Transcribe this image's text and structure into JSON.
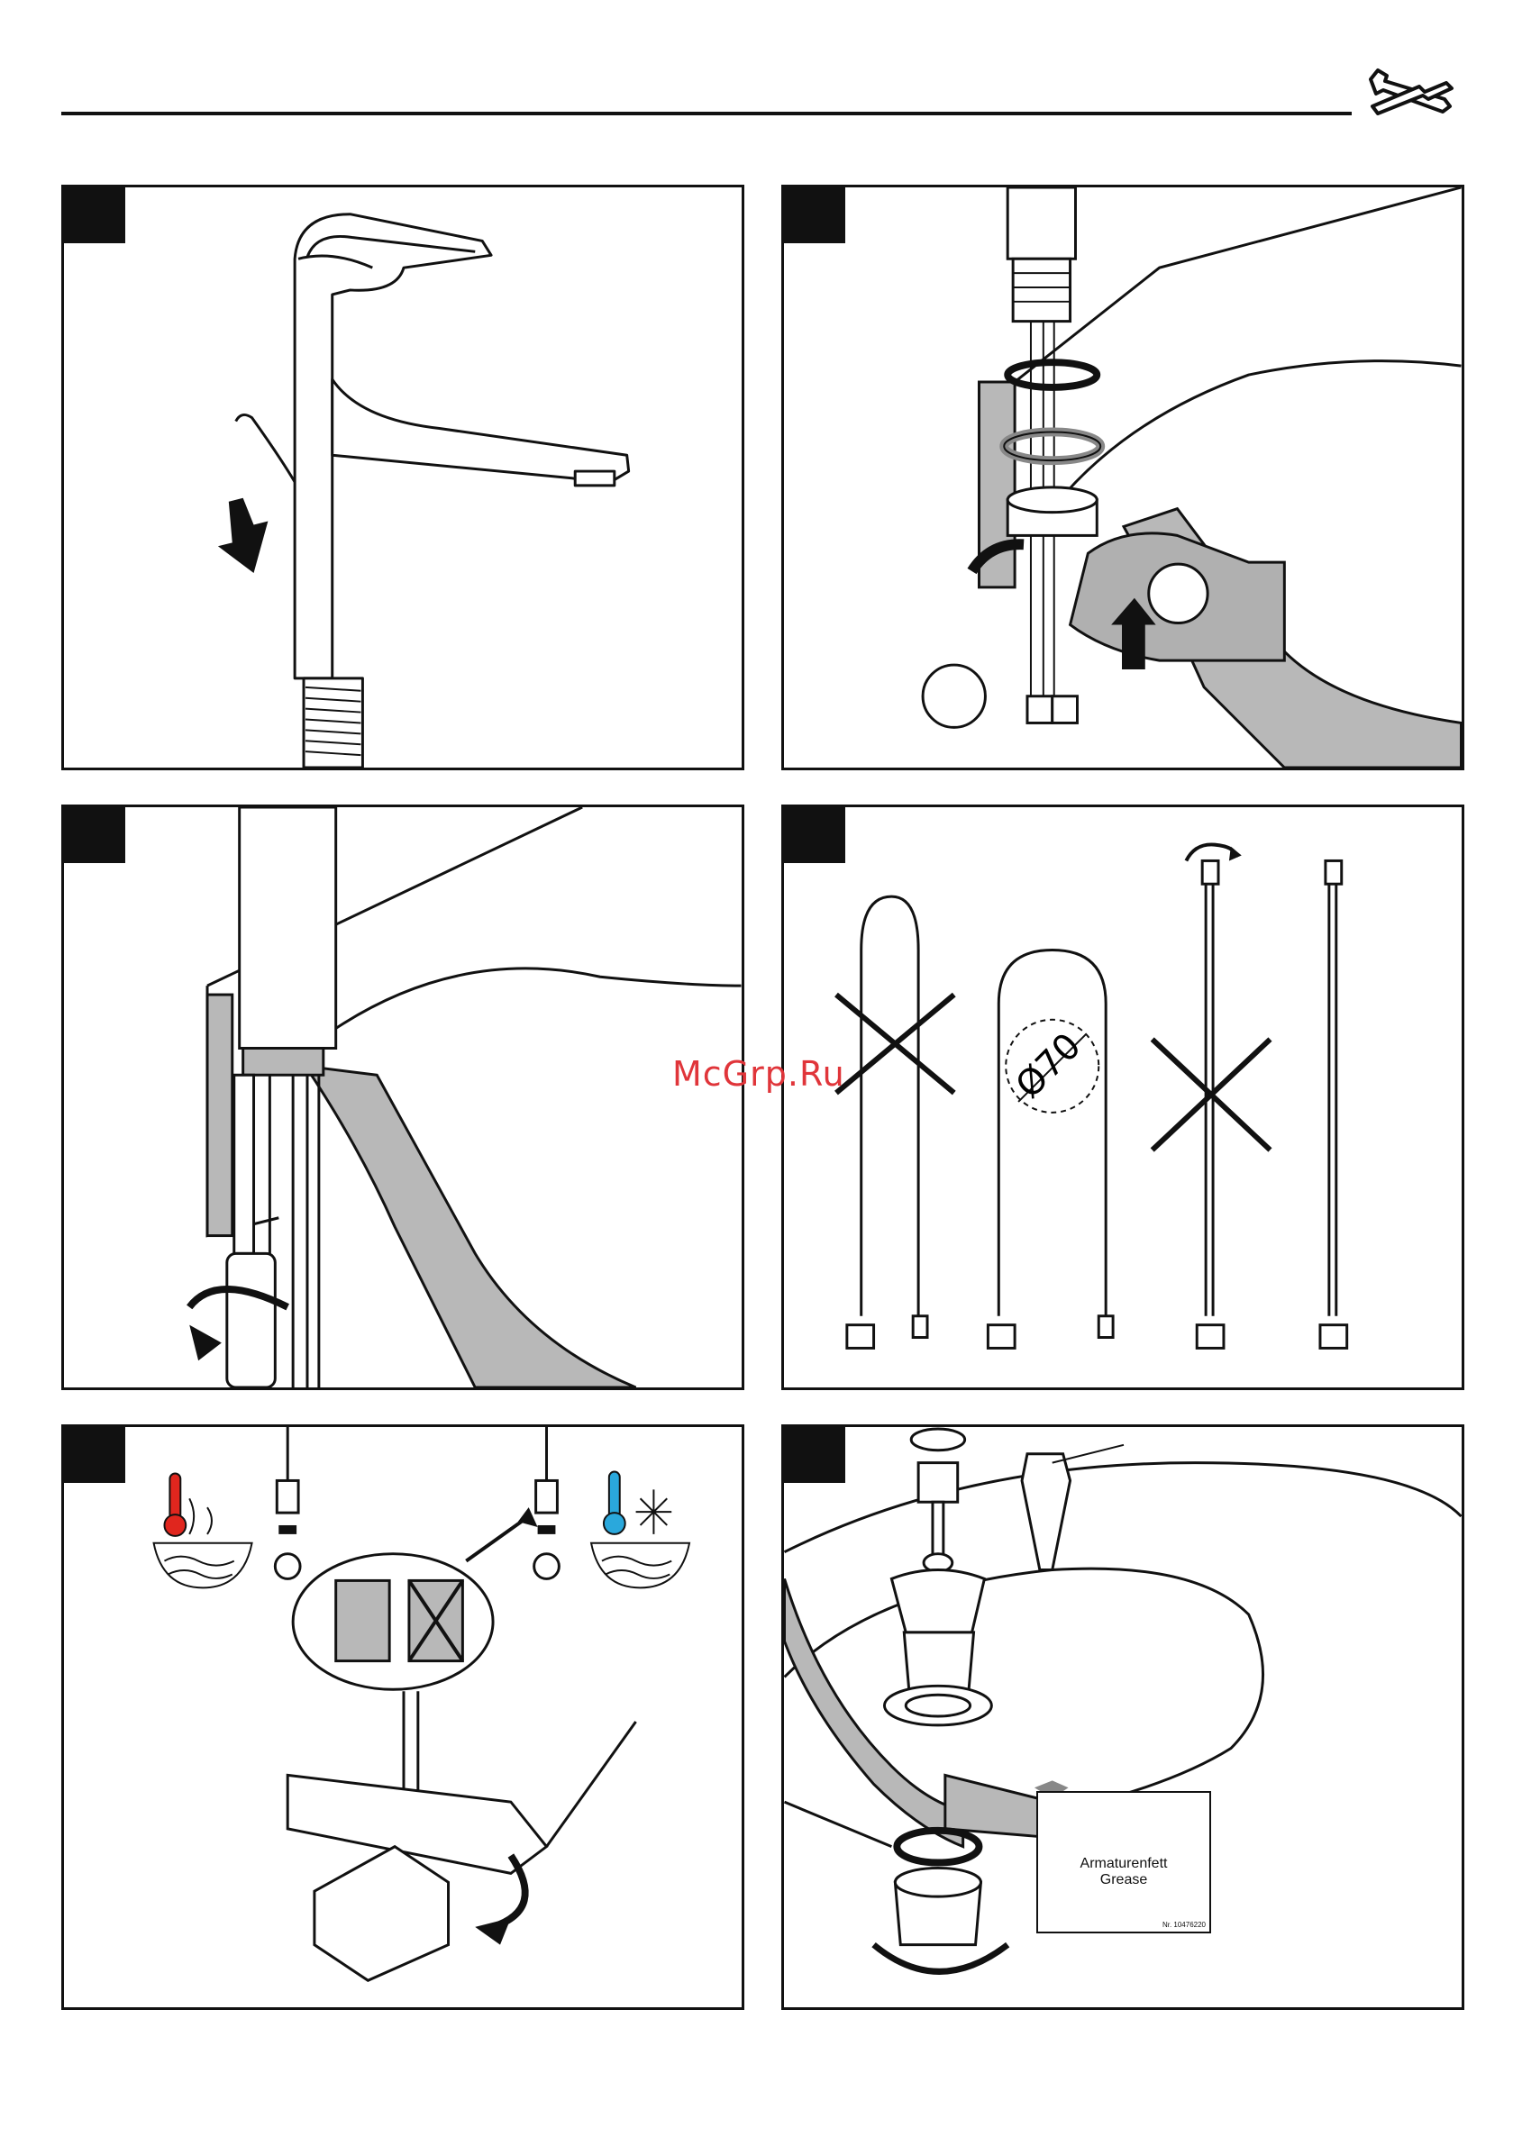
{
  "header": {
    "icon": "wrench-screwdriver-icon"
  },
  "watermark": "McGrp.Ru",
  "panels": [
    {
      "id": "step-1",
      "scene": "faucet-lever-down"
    },
    {
      "id": "step-2",
      "scene": "remove-mounting-ring"
    },
    {
      "id": "step-3",
      "scene": "tighten-mounting-nut"
    },
    {
      "id": "step-4",
      "scene": "hoses-bending",
      "diameter_label": "Ø70"
    },
    {
      "id": "step-5",
      "scene": "connect-hot-cold-supply"
    },
    {
      "id": "step-6",
      "scene": "drain-assembly",
      "grease_label_1": "Armaturenfett",
      "grease_label_2": "Grease",
      "part_number": "Nr. 10476220"
    }
  ],
  "colors": {
    "hot": "#e0261e",
    "cold": "#2aa8dc",
    "ink": "#111111",
    "shade": "#b8b8b8"
  }
}
